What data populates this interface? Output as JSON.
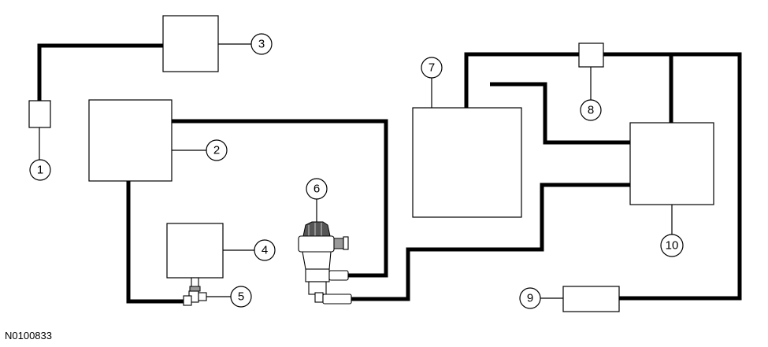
{
  "diagram": {
    "reference_code": "N0100833",
    "callouts": [
      {
        "id": "1",
        "label": "1"
      },
      {
        "id": "2",
        "label": "2"
      },
      {
        "id": "3",
        "label": "3"
      },
      {
        "id": "4",
        "label": "4"
      },
      {
        "id": "5",
        "label": "5"
      },
      {
        "id": "6",
        "label": "6"
      },
      {
        "id": "7",
        "label": "7"
      },
      {
        "id": "8",
        "label": "8"
      },
      {
        "id": "9",
        "label": "9"
      },
      {
        "id": "10",
        "label": "10"
      }
    ],
    "colors": {
      "line": "#000000",
      "background": "#ffffff"
    }
  }
}
